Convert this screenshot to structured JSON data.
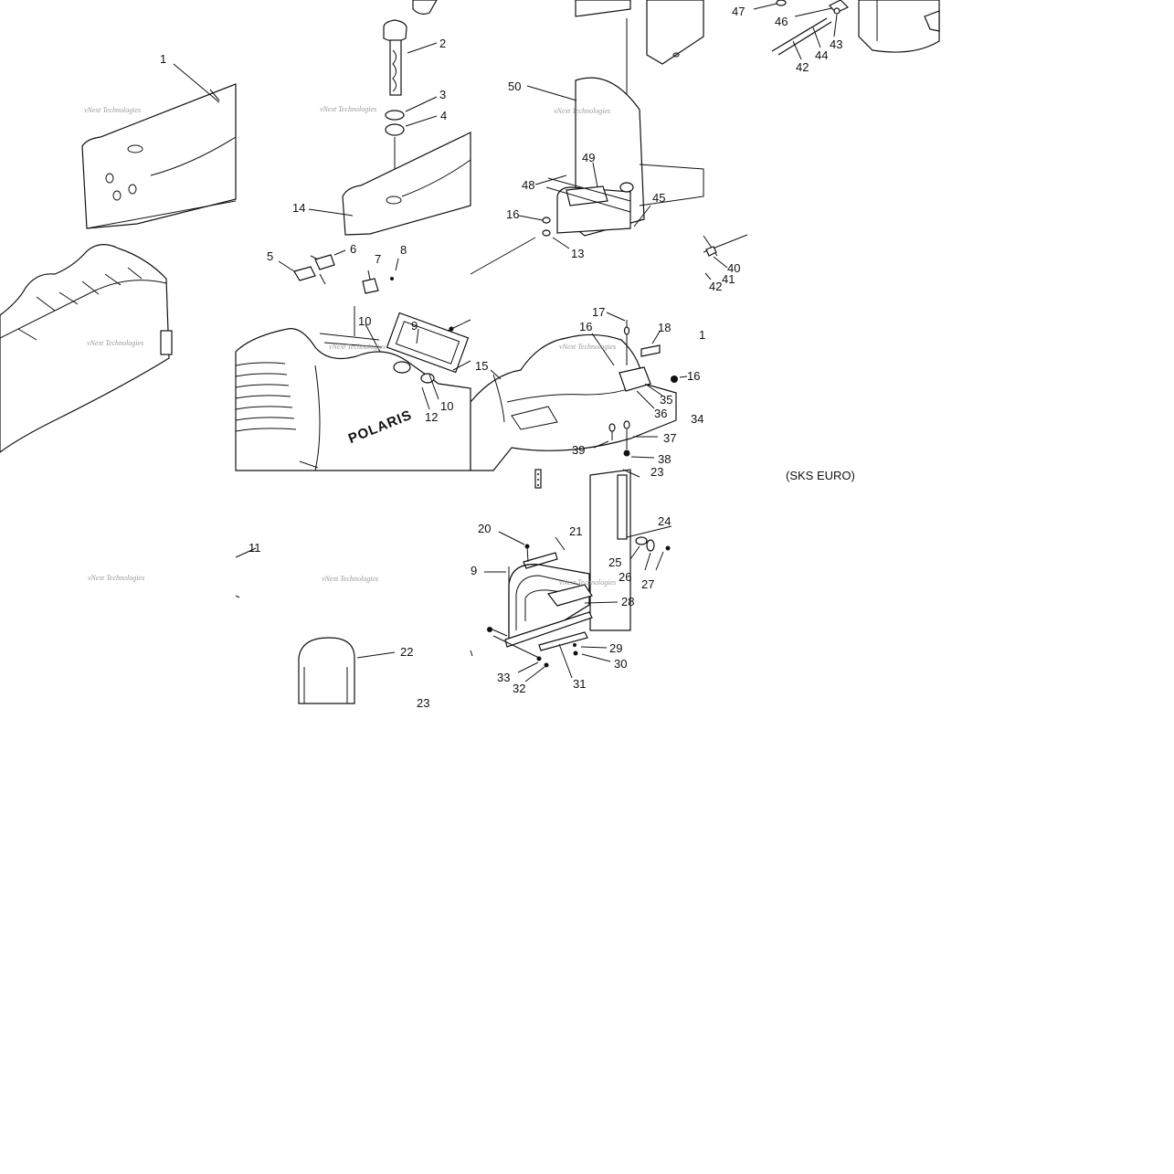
{
  "diagram": {
    "callouts": {
      "c1": "1",
      "c2": "2",
      "c3": "3",
      "c4": "4",
      "c5": "5",
      "c6": "6",
      "c7": "7",
      "c8": "8",
      "c9a": "9",
      "c9b": "9",
      "c10a": "10",
      "c10b": "10",
      "c11": "11",
      "c12": "12",
      "c13": "13",
      "c14": "14",
      "c15": "15",
      "c16a": "16",
      "c16b": "16",
      "c16c": "16",
      "c17": "17",
      "c18": "18",
      "c1b": "1",
      "c20": "20",
      "c21": "21",
      "c22": "22",
      "c23a": "23",
      "c23b": "23",
      "c24": "24",
      "c25": "25",
      "c26": "26",
      "c27": "27",
      "c28": "28",
      "c29": "29",
      "c30": "30",
      "c31": "31",
      "c32": "32",
      "c33": "33",
      "c34": "34",
      "c35": "35",
      "c36": "36",
      "c37": "37",
      "c38": "38",
      "c39": "39",
      "c40": "40",
      "c41": "41",
      "c42a": "42",
      "c42b": "42",
      "c43": "43",
      "c44": "44",
      "c45": "45",
      "c46": "46",
      "c47": "47",
      "c48": "48",
      "c49": "49",
      "c50": "50"
    },
    "variant_note": "(SKS EURO)",
    "seat_brand": "POLARIS",
    "watermark": "vNext Technologies"
  },
  "colors": {
    "ink": "#111111",
    "watermark": "#9a9a9a",
    "background": "#ffffff"
  }
}
